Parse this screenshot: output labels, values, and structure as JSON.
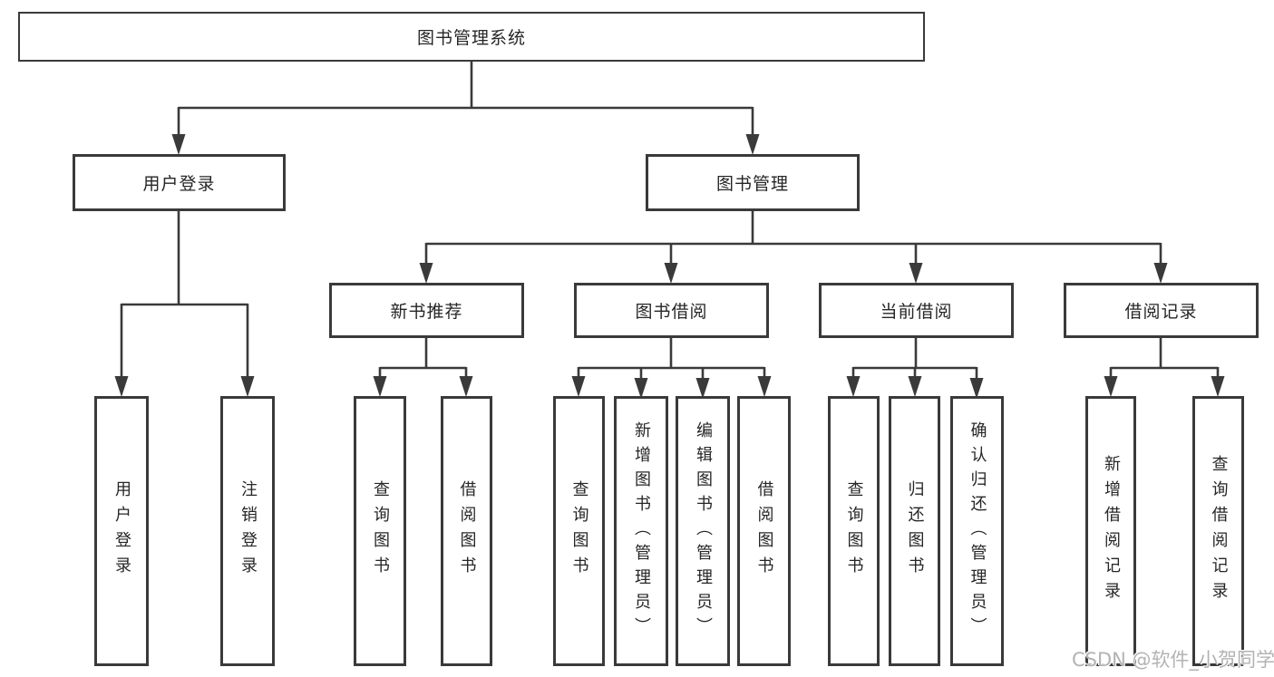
{
  "diagram": {
    "title": "图书管理系统",
    "level2": {
      "user_login": "用户登录",
      "book_mgmt": "图书管理"
    },
    "level3": {
      "new_book_rec": "新书推荐",
      "book_borrow": "图书借阅",
      "current_borrow": "当前借阅",
      "borrow_records": "借阅记录"
    },
    "leaves": {
      "login": "用户登录",
      "logout": "注销登录",
      "nbr_query_books": "查询图书",
      "nbr_borrow_books": "借阅图书",
      "bb_query_books": "查询图书",
      "bb_add_books": "新增图书（管理员）",
      "bb_edit_books": "编辑图书（管理员）",
      "bb_borrow_books": "借阅图书",
      "cb_query_books": "查询图书",
      "cb_return_books": "归还图书",
      "cb_confirm_return": "确认归还（管理员）",
      "br_add_record": "新增借阅记录",
      "br_query_record": "查询借阅记录"
    }
  },
  "watermark": "CSDN @软件_小贺同学",
  "colors": {
    "line": "#3a3a3a",
    "box_border": "#3a3a3a",
    "text": "#262626",
    "watermark": "#b3b3b3",
    "background": "#ffffff"
  }
}
